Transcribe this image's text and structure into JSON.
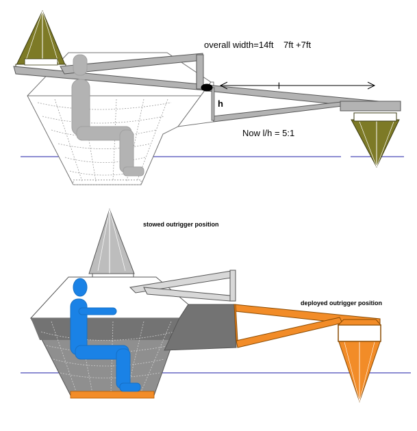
{
  "top_diagram": {
    "width_label": "overall width=14ft    7ft +7ft",
    "length_label": "l",
    "height_label": "h",
    "ratio_label": "Now l/h = 5:1"
  },
  "bottom_diagram": {
    "stowed_label": "stowed outrigger position",
    "deployed_label": "deployed outrigger position"
  },
  "colors": {
    "outrigger_top": "#7d7a26",
    "hull_person_top": "#b3b3b3",
    "person_bottom": "#1a82e6",
    "outrigger_deployed": "#f28c28",
    "outrigger_stowed": "#bdbdbd",
    "waterline": "#1a1aa6"
  }
}
